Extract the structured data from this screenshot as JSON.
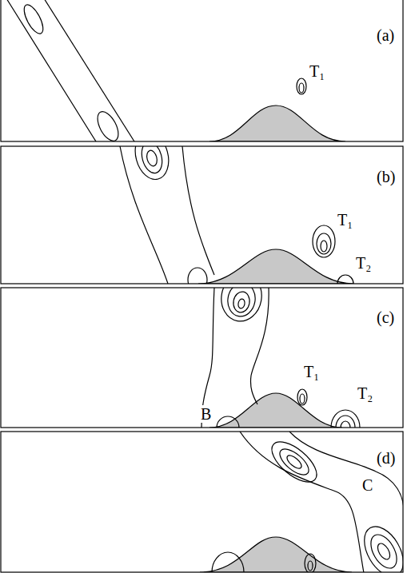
{
  "diagram": {
    "labels": [
      "(a)",
      "T₁",
      "(b)",
      "T₁",
      "T₂",
      "(c)",
      "T₁",
      "T₂",
      "B",
      "(d)",
      "C"
    ]
  }
}
